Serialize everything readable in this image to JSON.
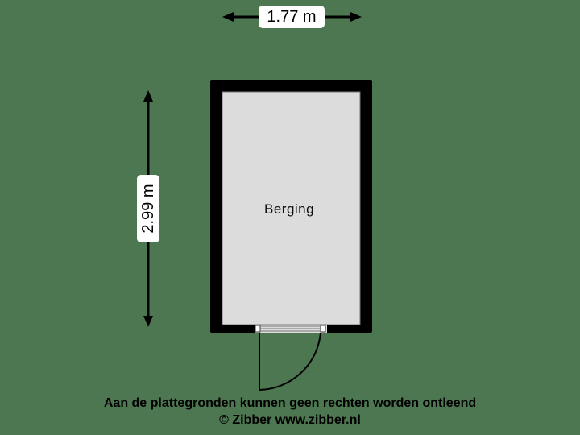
{
  "floorplan": {
    "background_color": "#4c7750",
    "wall_color": "#000000",
    "floor_color": "#dcdcdc",
    "rooms": [
      {
        "name": "Berging"
      }
    ],
    "dimensions": {
      "width": "1.77 m",
      "height": "2.99 m"
    }
  },
  "footer": {
    "disclaimer": "Aan de plattegronden kunnen geen rechten worden ontleend",
    "copyright": "© Zibber www.zibber.nl"
  }
}
